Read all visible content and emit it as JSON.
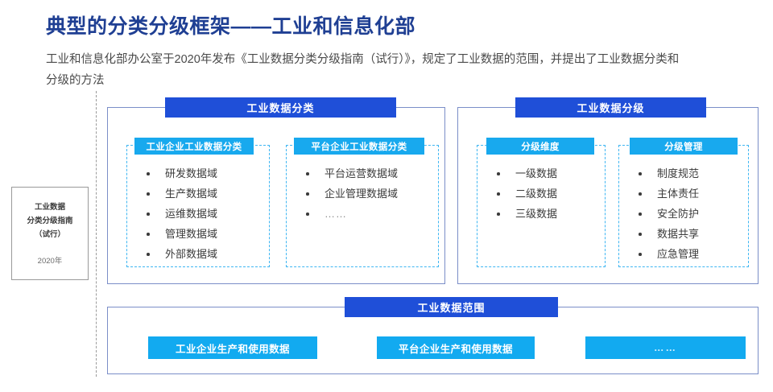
{
  "header": {
    "title": "典型的分类分级框架——工业和信息化部",
    "subtitle": "工业和信息化部办公室于2020年发布《工业数据分类分级指南（试行）》，规定了工业数据的范围，并提出了工业数据分类和分级的方法",
    "title_color": "#1F3F93"
  },
  "doc_card": {
    "line1": "工业数据",
    "line2": "分类分级指南",
    "line3": "（试行）",
    "year": "2020年"
  },
  "colors": {
    "primary_blue": "#1F4FD8",
    "light_blue": "#18A9EE",
    "scope_blue": "#12AAF0",
    "dashed_blue": "#3FB6F2",
    "panel_border": "#7b8ec8"
  },
  "panels": {
    "classify": {
      "bar_label": "工业数据分类",
      "groups": [
        {
          "chip": "工业企业工业数据分类",
          "items": [
            "研发数据域",
            "生产数据域",
            "运维数据域",
            "管理数据域",
            "外部数据域"
          ]
        },
        {
          "chip": "平台企业工业数据分类",
          "items": [
            "平台运营数据域",
            "企业管理数据域",
            "……"
          ]
        }
      ]
    },
    "grade": {
      "bar_label": "工业数据分级",
      "groups": [
        {
          "chip": "分级维度",
          "items": [
            "一级数据",
            "二级数据",
            "三级数据"
          ]
        },
        {
          "chip": "分级管理",
          "items": [
            "制度规范",
            "主体责任",
            "安全防护",
            "数据共享",
            "应急管理"
          ]
        }
      ]
    },
    "scope": {
      "bar_label": "工业数据范围",
      "boxes": [
        "工业企业生产和使用数据",
        "平台企业生产和使用数据",
        "……"
      ]
    }
  }
}
